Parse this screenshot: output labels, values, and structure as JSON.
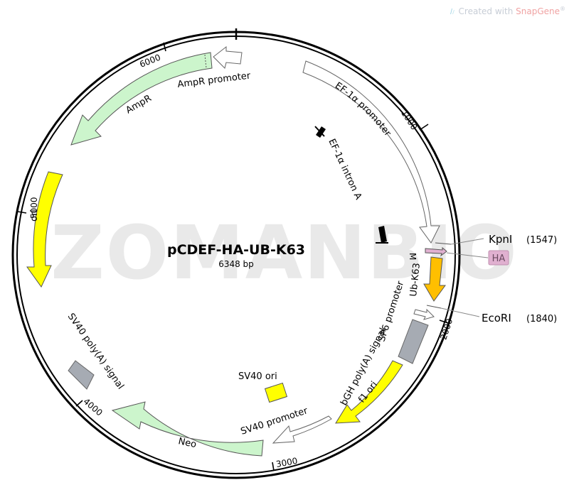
{
  "credit": {
    "prefix": "Created with ",
    "brand": "SnapGene",
    "mark": "®"
  },
  "watermark": "ZOMANBIO",
  "plasmid": {
    "name": "pCDEF-HA-UB-K63",
    "size": "6348 bp"
  },
  "ticks": [
    "1000",
    "2000",
    "3000",
    "4000",
    "5000",
    "6000"
  ],
  "features": {
    "ef1a_promoter": "EF-1α promoter",
    "ef1a_intron": "EF-1α intron A",
    "ampr_promoter": "AmpR promoter",
    "ampr": "AmpR",
    "ori": "ori",
    "sv40_pa": "SV40 poly(A) signal",
    "neo": "Neo",
    "sv40_promoter": "SV40 promoter",
    "sv40_ori": "SV40 ori",
    "f1_ori": "f1 ori",
    "bgh_pa": "bGH poly(A) signal",
    "sp6": "SP6 promoter",
    "ub_k63": "Ub-K63",
    "m": "M",
    "ha": "HA"
  },
  "sites": {
    "kpni": {
      "name": "KpnI",
      "pos": "(1547)"
    },
    "ecori": {
      "name": "EcoRI",
      "pos": "(1840)"
    }
  },
  "colors": {
    "ampr": "#ccf5cc",
    "neo": "#ccf5cc",
    "ori": "#ffff00",
    "ub": "#ffbf00",
    "polya": "#a6abb3",
    "ha": "#e0b0d0"
  }
}
